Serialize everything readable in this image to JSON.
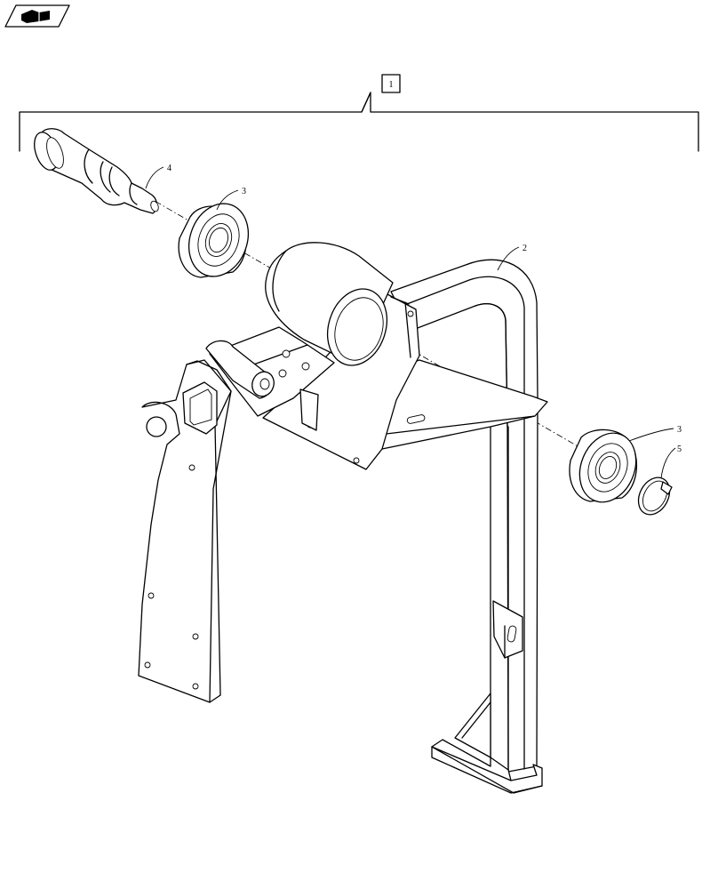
{
  "nav_icon": {
    "name": "open-book-icon"
  },
  "assembly_ref": "1",
  "callouts": {
    "pin": "4",
    "bearing_left": "3",
    "frame": "2",
    "bearing_right": "3",
    "snap_ring": "5"
  }
}
